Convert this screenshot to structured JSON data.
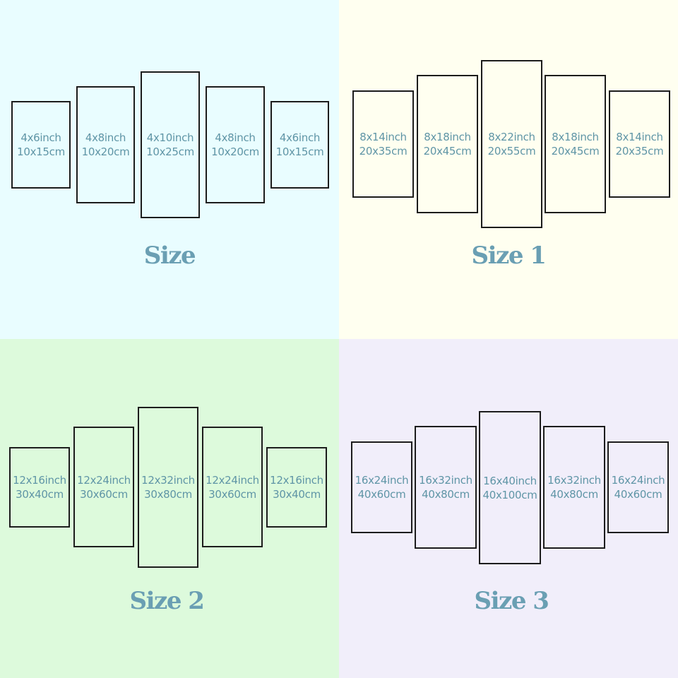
{
  "quadrants": [
    {
      "background": "#e9fdff",
      "title": "Size",
      "panels": [
        {
          "inch": "4x6inch",
          "cm": "10x15cm"
        },
        {
          "inch": "4x8inch",
          "cm": "10x20cm"
        },
        {
          "inch": "4x10inch",
          "cm": "10x25cm"
        },
        {
          "inch": "4x8inch",
          "cm": "10x20cm"
        },
        {
          "inch": "4x6inch",
          "cm": "10x15cm"
        }
      ]
    },
    {
      "background": "#fffff0",
      "title": "Size 1",
      "panels": [
        {
          "inch": "8x14inch",
          "cm": "20x35cm"
        },
        {
          "inch": "8x18inch",
          "cm": "20x45cm"
        },
        {
          "inch": "8x22inch",
          "cm": "20x55cm"
        },
        {
          "inch": "8x18inch",
          "cm": "20x45cm"
        },
        {
          "inch": "8x14inch",
          "cm": "20x35cm"
        }
      ]
    },
    {
      "background": "#ddfadc",
      "title": "Size 2",
      "panels": [
        {
          "inch": "12x16inch",
          "cm": "30x40cm"
        },
        {
          "inch": "12x24inch",
          "cm": "30x60cm"
        },
        {
          "inch": "12x32inch",
          "cm": "30x80cm"
        },
        {
          "inch": "12x24inch",
          "cm": "30x60cm"
        },
        {
          "inch": "12x16inch",
          "cm": "30x40cm"
        }
      ]
    },
    {
      "background": "#f1eefa",
      "title": "Size 3",
      "panels": [
        {
          "inch": "16x24inch",
          "cm": "40x60cm"
        },
        {
          "inch": "16x32inch",
          "cm": "40x80cm"
        },
        {
          "inch": "16x40inch",
          "cm": "40x100cm"
        },
        {
          "inch": "16x32inch",
          "cm": "40x80cm"
        },
        {
          "inch": "16x24inch",
          "cm": "40x60cm"
        }
      ]
    }
  ]
}
